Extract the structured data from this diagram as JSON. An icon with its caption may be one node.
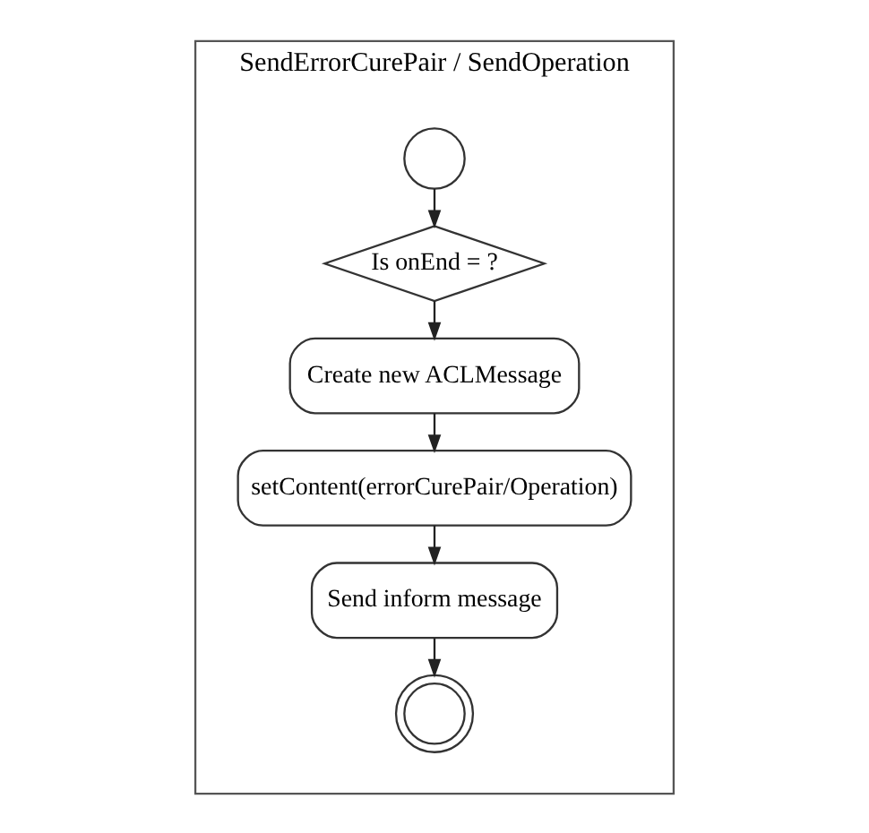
{
  "diagram": {
    "nodes": [
      {
        "text": [
          "SendErrorCurePair / SendOperation"
        ]
      },
      {
        "text": [],
        "shape": "circle",
        "in": 0
      },
      {
        "text": [
          "Is onEnd = ?"
        ],
        "in": 0
      },
      {
        "text": [
          "Create new ACLMessage"
        ],
        "in": 0
      },
      {
        "text": [
          "setContent(errorCurePair/Operation)"
        ],
        "in": 0
      },
      {
        "text": [
          "Send inform message"
        ],
        "in": 0
      },
      {
        "text": [],
        "shape": "circle",
        "in": 0
      }
    ],
    "edges": [
      {
        "from": 1,
        "to": 2,
        "arrow": "to"
      },
      {
        "from": 2,
        "to": 3,
        "arrow": "to"
      },
      {
        "from": 3,
        "to": 4,
        "arrow": "to"
      },
      {
        "from": 4,
        "to": 5,
        "arrow": "to"
      },
      {
        "from": 5,
        "to": 6,
        "arrow": "to"
      }
    ]
  }
}
